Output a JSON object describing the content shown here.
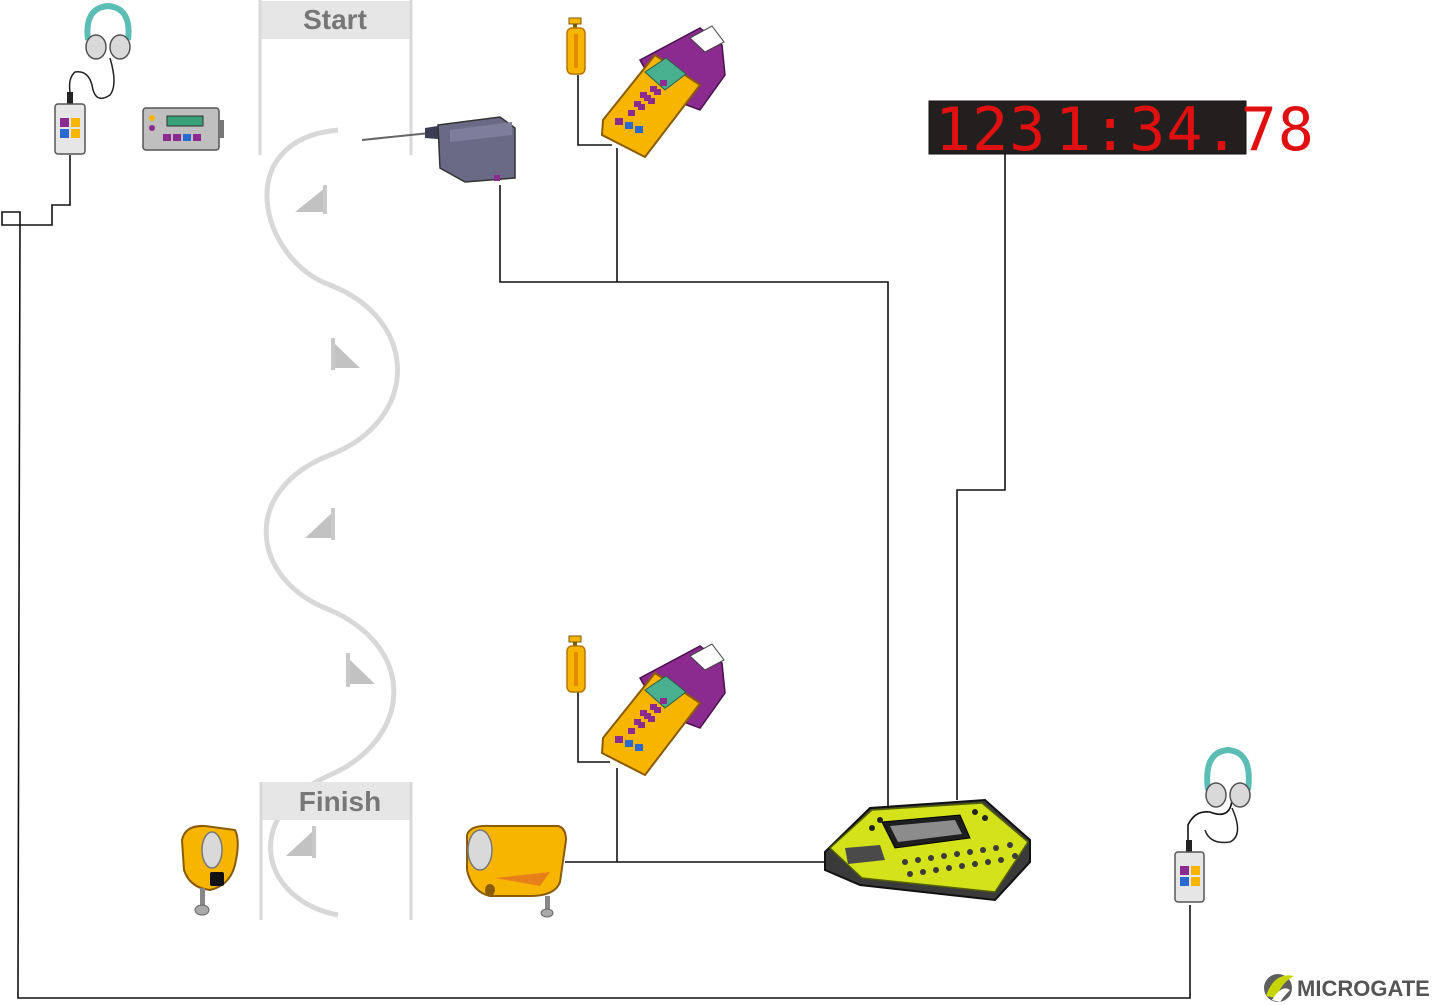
{
  "gates": {
    "start_label": "Start",
    "finish_label": "Finish"
  },
  "scoreboard": {
    "bib": "123",
    "time": "1:34.78",
    "text_color": "#e01010",
    "background": "#231f1f"
  },
  "brand": {
    "name": "MICROGATE",
    "icon": "microgate-logo-icon"
  },
  "colors": {
    "device_yellow": "#f7b500",
    "printer_purple": "#8b2a8f",
    "timer_lime": "#d4e21a",
    "headset_teal": "#5bbdb4",
    "course_gray": "#d8d8d8"
  },
  "devices": [
    {
      "icon": "headset-icon"
    },
    {
      "icon": "radio-transceiver-icon"
    },
    {
      "icon": "start-timer-box-icon"
    },
    {
      "icon": "start-gate-icon"
    },
    {
      "icon": "start-push-button-icon"
    },
    {
      "icon": "printing-timer-icon"
    },
    {
      "icon": "scoreboard-icon"
    },
    {
      "icon": "finish-push-button-icon"
    },
    {
      "icon": "finish-printing-timer-icon"
    },
    {
      "icon": "photocell-reflector-icon"
    },
    {
      "icon": "photocell-icon"
    },
    {
      "icon": "main-timer-console-icon"
    }
  ]
}
